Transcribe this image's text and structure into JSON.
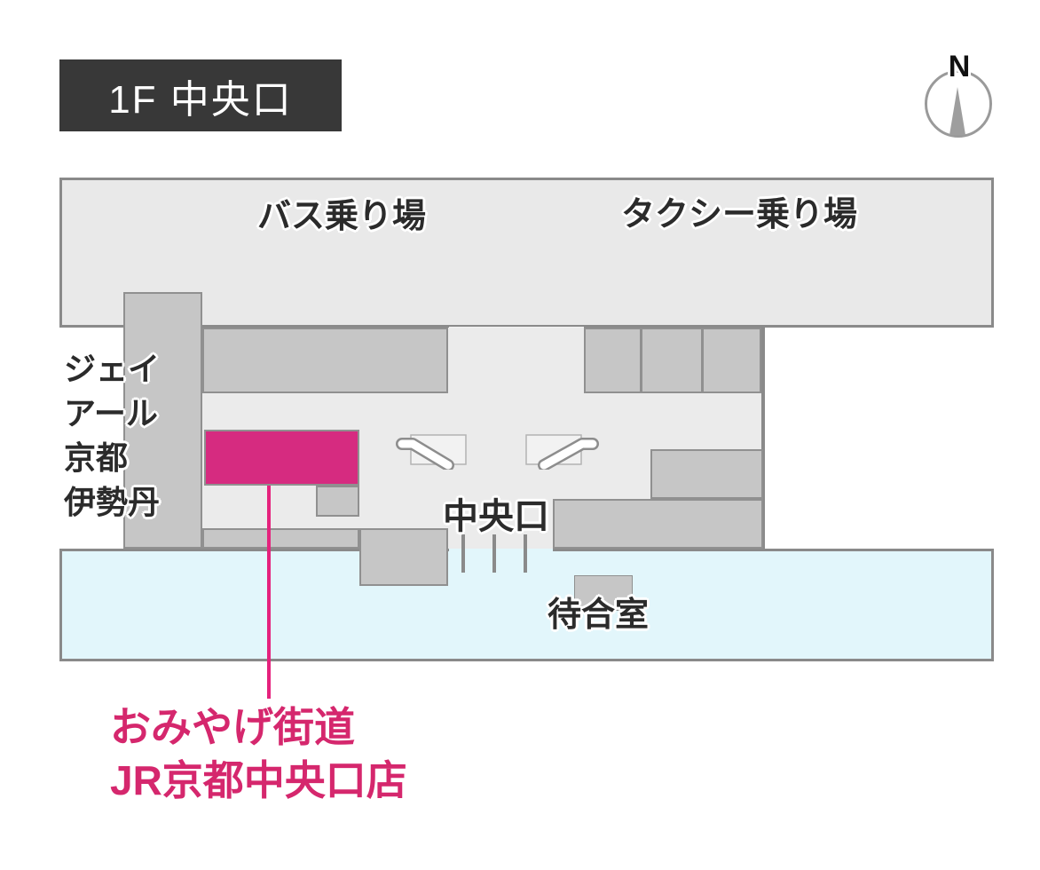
{
  "header": {
    "floor_label": "1F 中央口"
  },
  "compass": {
    "north": "N"
  },
  "map": {
    "bus_area_label": "バス乗り場",
    "taxi_area_label": "タクシー乗り場",
    "isetan_lines": [
      "ジェイ",
      "アール",
      "京都",
      "伊勢丹"
    ],
    "central_exit_label": "中央口",
    "waiting_room_label": "待合室"
  },
  "store": {
    "name_line1": "おみやげ街道",
    "name_line2": "JR京都中央口店"
  },
  "colors": {
    "badge_bg": "#383838",
    "area_gray_fill": "#e9e9e9",
    "concourse_fill": "#ebebeb",
    "block_gray_fill": "#c6c6c6",
    "border_gray": "#8a8a8a",
    "highlight_pink": "#d62b80",
    "leader_line_pink": "#e5227d",
    "store_text_pink": "#d5276d",
    "waiting_room_blue": "#e2f6fb",
    "label_text": "#2b2b2b"
  }
}
